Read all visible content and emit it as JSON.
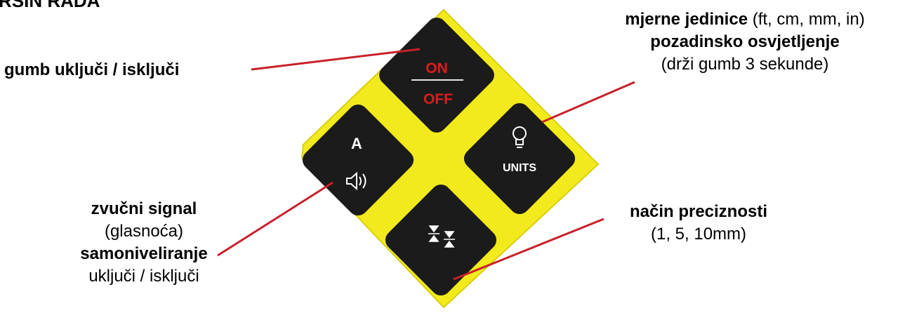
{
  "heading": "RSIN RADA",
  "labels": {
    "onoff": {
      "title": "gumb uključi / isključi"
    },
    "units": {
      "title": "mjerne jedinice",
      "title_suffix": " (ft, cm, mm, in)",
      "line2": "pozadinsko osvjetljenje",
      "line3": "(drži gumb 3 sekunde)"
    },
    "sound": {
      "title": "zvučni signal",
      "line2": "(glasnoća)",
      "line3": "samoniveliranje",
      "line4": "uključi / isključi"
    },
    "precision": {
      "title": "način preciznosti",
      "line2": "(1, 5, 10mm)"
    }
  },
  "buttons": {
    "onoff": {
      "on": "ON",
      "off": "OFF"
    },
    "sound": {
      "letter": "A",
      "icon": "speaker-icon"
    },
    "units": {
      "text": "UNITS",
      "icon": "lightbulb-icon"
    },
    "precision": {
      "icon": "precision-arrows-icon"
    }
  },
  "colors": {
    "board": "#f2ea1c",
    "button": "#1b1b1b",
    "onoff_text": "#d61f1f",
    "leader": "#c8202a",
    "button_text": "#ffffff"
  }
}
